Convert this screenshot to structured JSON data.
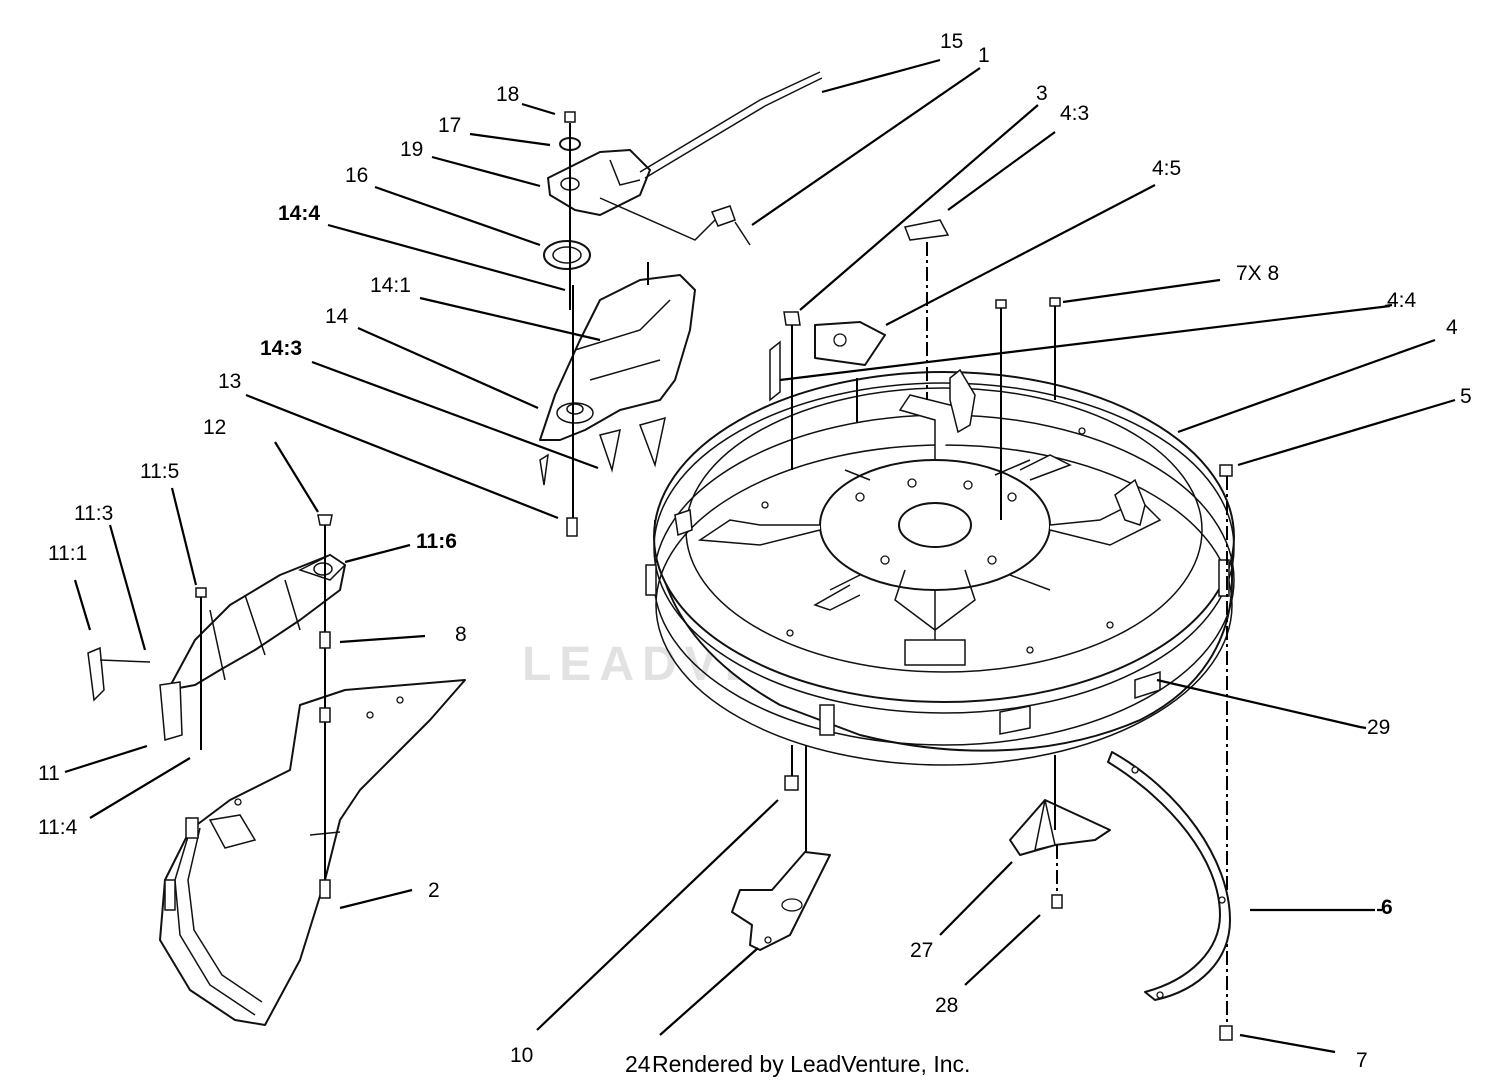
{
  "watermark": {
    "brand": "LEADVENTURE"
  },
  "footer": {
    "ref_number": "24",
    "rendered_by": "Rendered by LeadVenture, Inc."
  },
  "callouts": [
    {
      "id": "c-15",
      "label": "15"
    },
    {
      "id": "c-1",
      "label": "1"
    },
    {
      "id": "c-3",
      "label": "3"
    },
    {
      "id": "c-4-3",
      "label": "4:3"
    },
    {
      "id": "c-4-5",
      "label": "4:5"
    },
    {
      "id": "c-7x8",
      "label": "7X 8"
    },
    {
      "id": "c-4-4",
      "label": "4:4"
    },
    {
      "id": "c-4",
      "label": "4"
    },
    {
      "id": "c-5",
      "label": "5"
    },
    {
      "id": "c-18",
      "label": "18"
    },
    {
      "id": "c-17",
      "label": "17"
    },
    {
      "id": "c-19",
      "label": "19"
    },
    {
      "id": "c-16",
      "label": "16"
    },
    {
      "id": "c-14-4",
      "label": "14:4"
    },
    {
      "id": "c-14-1",
      "label": "14:1"
    },
    {
      "id": "c-14",
      "label": "14"
    },
    {
      "id": "c-14-3",
      "label": "14:3"
    },
    {
      "id": "c-13",
      "label": "13"
    },
    {
      "id": "c-12",
      "label": "12"
    },
    {
      "id": "c-11-5",
      "label": "11:5"
    },
    {
      "id": "c-11-3",
      "label": "11:3"
    },
    {
      "id": "c-11-1",
      "label": "11:1"
    },
    {
      "id": "c-11-6",
      "label": "11:6"
    },
    {
      "id": "c-8",
      "label": "8"
    },
    {
      "id": "c-11",
      "label": "11"
    },
    {
      "id": "c-11-4",
      "label": "11:4"
    },
    {
      "id": "c-2",
      "label": "2"
    },
    {
      "id": "c-29",
      "label": "29"
    },
    {
      "id": "c-6",
      "label": "6"
    },
    {
      "id": "c-7",
      "label": "7"
    },
    {
      "id": "c-27",
      "label": "27"
    },
    {
      "id": "c-28",
      "label": "28"
    },
    {
      "id": "c-10",
      "label": "10"
    }
  ]
}
